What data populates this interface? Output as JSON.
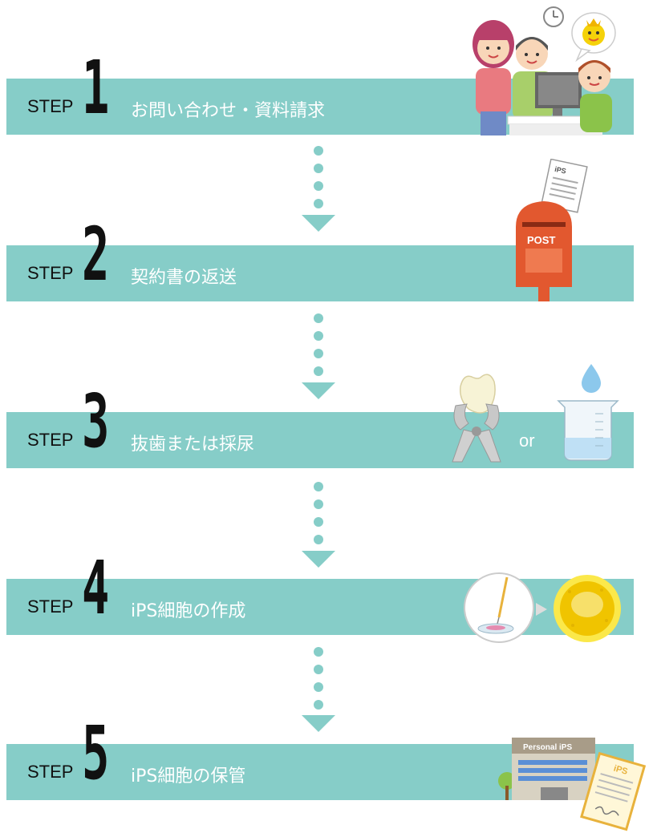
{
  "steps": [
    {
      "label": "STEP",
      "number": "1",
      "title": "お問い合わせ・資料請求"
    },
    {
      "label": "STEP",
      "number": "2",
      "title": "契約書の返送"
    },
    {
      "label": "STEP",
      "number": "3",
      "title": "抜歯または採尿"
    },
    {
      "label": "STEP",
      "number": "4",
      "title": "iPS細胞の作成"
    },
    {
      "label": "STEP",
      "number": "5",
      "title": "iPS細胞の保管"
    }
  ],
  "illustrations": {
    "step2_doc_label": "iPS",
    "post_label": "POST",
    "or_text": "or",
    "building_sign": "Personal iPS",
    "certificate_label": "iPS"
  },
  "colors": {
    "band": "#86cdc8",
    "post_red": "#e2582f",
    "cell_yellow": "#f5d20a"
  }
}
